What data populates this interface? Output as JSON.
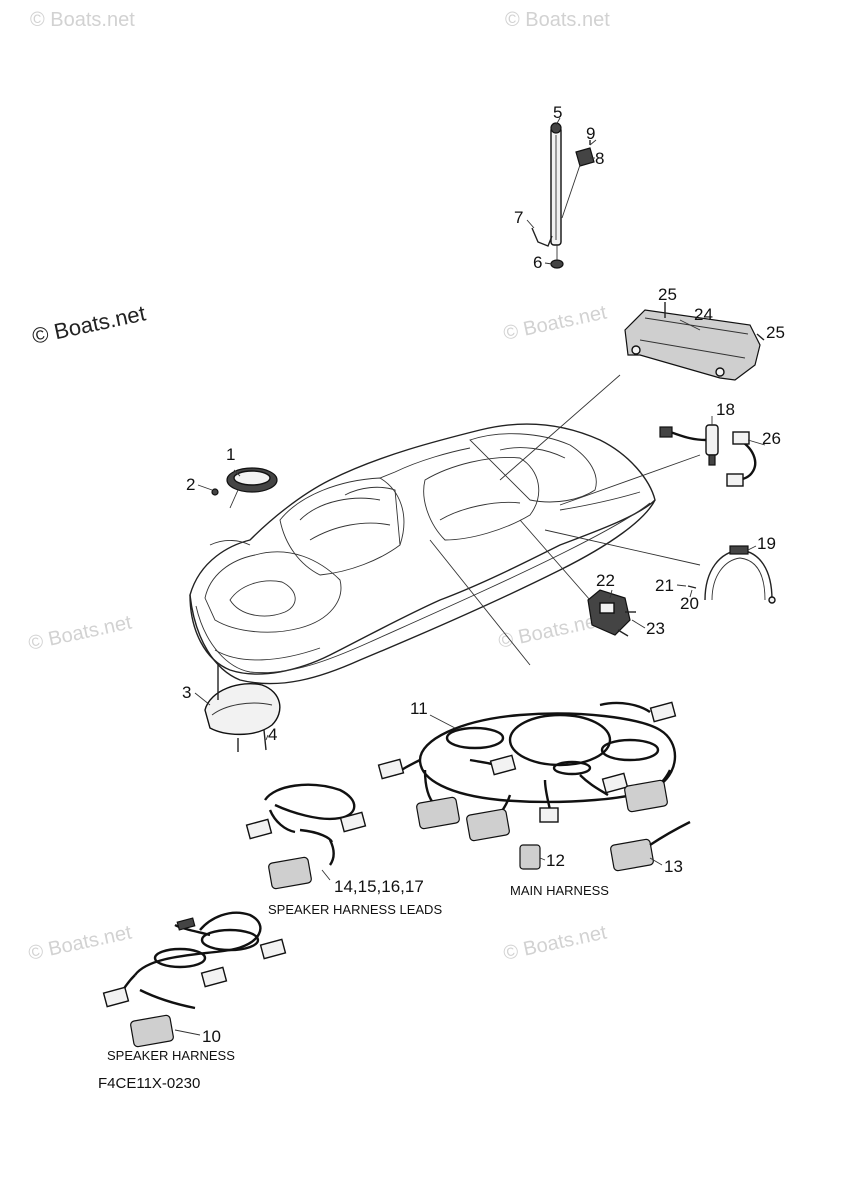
{
  "watermarks": {
    "main": "© Boats.net",
    "faint": "© Boats.net"
  },
  "callouts": [
    "1",
    "2",
    "3",
    "4",
    "5",
    "6",
    "7",
    "8",
    "9",
    "10",
    "11",
    "12",
    "13",
    "14,15,16,17",
    "18",
    "19",
    "20",
    "21",
    "22",
    "23",
    "24",
    "25",
    "25",
    "26"
  ],
  "captions": {
    "speaker_harness_leads": "SPEAKER HARNESS LEADS",
    "main_harness": "MAIN HARNESS",
    "speaker_harness": "SPEAKER HARNESS"
  },
  "diagram_code": "F4CE11X-0230"
}
